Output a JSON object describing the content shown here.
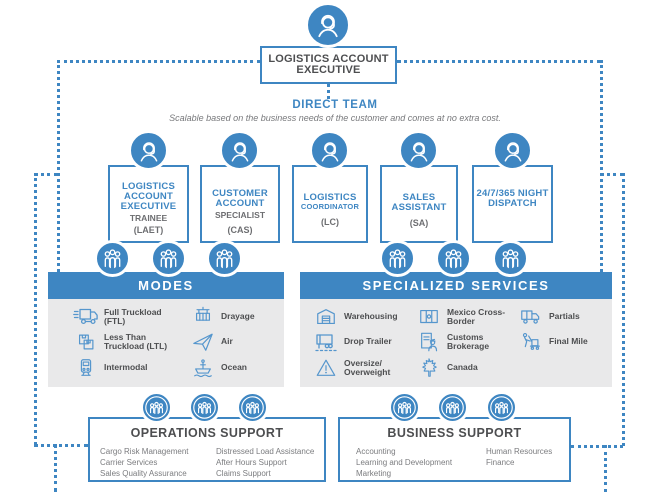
{
  "colors": {
    "accent": "#3e86c2",
    "panel_gray": "#e9e9ea",
    "dark_text": "#4d4e50",
    "gray_text": "#77787b"
  },
  "root": {
    "title": "LOGISTICS ACCOUNT EXECUTIVE",
    "icon": "headset-person-icon"
  },
  "direct_team": {
    "label": "DIRECT TEAM",
    "subtitle": "Scalable based on the business needs of the customer and comes at no extra cost."
  },
  "roles": [
    {
      "title": "LOGISTICS ACCOUNT EXECUTIVE",
      "title_small": "",
      "subtitle": "TRAINEE",
      "abbr": "(LAET)",
      "icon": "headset-person-icon"
    },
    {
      "title": "CUSTOMER ACCOUNT",
      "title_small": "",
      "subtitle": "SPECIALIST",
      "abbr": "(CAS)",
      "icon": "headset-person-icon"
    },
    {
      "title": "LOGISTICS",
      "title_small": "COORDINATOR",
      "subtitle": "",
      "abbr": "(LC)",
      "icon": "headset-person-icon"
    },
    {
      "title": "SALES ASSISTANT",
      "title_small": "",
      "subtitle": "",
      "abbr": "(SA)",
      "icon": "headset-person-icon"
    },
    {
      "title": "24/7/365 NIGHT DISPATCH",
      "title_small": "",
      "subtitle": "",
      "abbr": "",
      "icon": "headset-person-icon"
    }
  ],
  "modes": {
    "title": "MODES",
    "group_icon": "people-group-icon",
    "items": [
      {
        "label": "Full Truckload (FTL)",
        "icon": "truck-icon"
      },
      {
        "label": "Less Than Truckload (LTL)",
        "icon": "boxes-icon"
      },
      {
        "label": "Intermodal",
        "icon": "train-icon"
      },
      {
        "label": "Drayage",
        "icon": "crane-container-icon"
      },
      {
        "label": "Air",
        "icon": "plane-icon"
      },
      {
        "label": "Ocean",
        "icon": "ship-icon"
      }
    ]
  },
  "specialized_services": {
    "title": "SPECIALIZED SERVICES",
    "group_icon": "people-group-icon",
    "items": [
      {
        "label": "Warehousing",
        "icon": "warehouse-icon"
      },
      {
        "label": "Drop Trailer",
        "icon": "trailer-icon"
      },
      {
        "label": "Oversize/ Overweight",
        "icon": "warning-icon"
      },
      {
        "label": "Mexico Cross-Border",
        "icon": "mexico-flag-icon"
      },
      {
        "label": "Customs Brokerage",
        "icon": "customs-officer-icon"
      },
      {
        "label": "Canada",
        "icon": "maple-leaf-icon"
      },
      {
        "label": "Partials",
        "icon": "box-truck-icon"
      },
      {
        "label": "Final Mile",
        "icon": "pallet-jack-icon"
      }
    ]
  },
  "operations_support": {
    "title": "OPERATIONS SUPPORT",
    "group_icon": "people-group-icon",
    "col1": [
      "Cargo Risk Management",
      "Carrier Services",
      "Sales Quality Assurance"
    ],
    "col2": [
      "Distressed Load Assistance",
      "After Hours Support",
      "Claims Support"
    ]
  },
  "business_support": {
    "title": "BUSINESS SUPPORT",
    "group_icon": "people-group-icon",
    "col1": [
      "Accounting",
      "Learning and Development",
      "Marketing"
    ],
    "col2": [
      "Human Resources",
      "Finance"
    ]
  }
}
